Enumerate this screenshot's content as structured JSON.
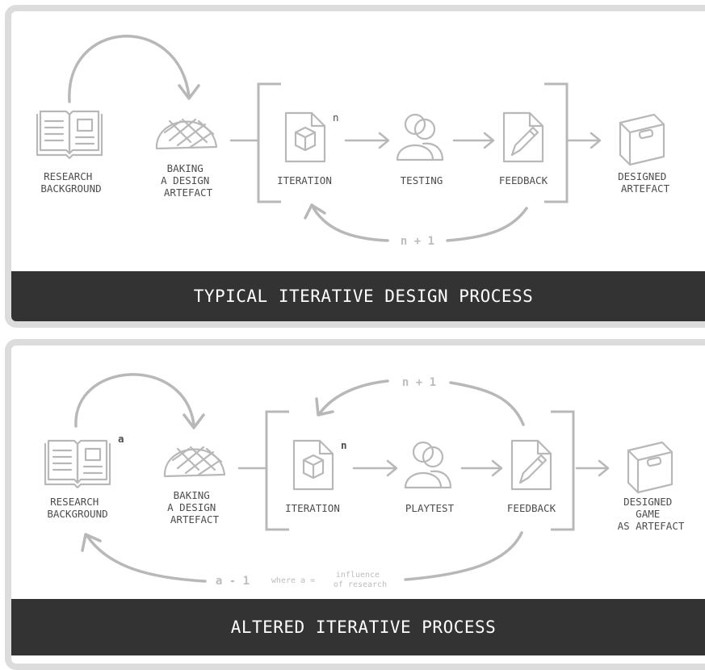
{
  "panel1": {
    "title": "TYPICAL ITERATIVE DESIGN PROCESS",
    "research": [
      "RESEARCH",
      "BACKGROUND"
    ],
    "baking": [
      "BAKING",
      "A DESIGN",
      "ARTEFACT"
    ],
    "iteration": "ITERATION",
    "iteration_sup": "n",
    "testing": "TESTING",
    "feedback": "FEEDBACK",
    "designed": [
      "DESIGNED",
      "ARTEFACT"
    ],
    "loop": "n + 1"
  },
  "panel2": {
    "title": "ALTERED ITERATIVE PROCESS",
    "research": [
      "RESEARCH",
      "BACKGROUND"
    ],
    "research_sup": "a",
    "baking": [
      "BAKING",
      "A DESIGN",
      "ARTEFACT"
    ],
    "iteration": "ITERATION",
    "iteration_sup": "n",
    "playtest": "PLAYTEST",
    "feedback": "FEEDBACK",
    "designed": [
      "DESIGNED",
      "GAME",
      "AS ARTEFACT"
    ],
    "loop": "n + 1",
    "return_expr": "a - 1",
    "where_text": "where a =",
    "where_frac": [
      "influence",
      "of research"
    ]
  }
}
